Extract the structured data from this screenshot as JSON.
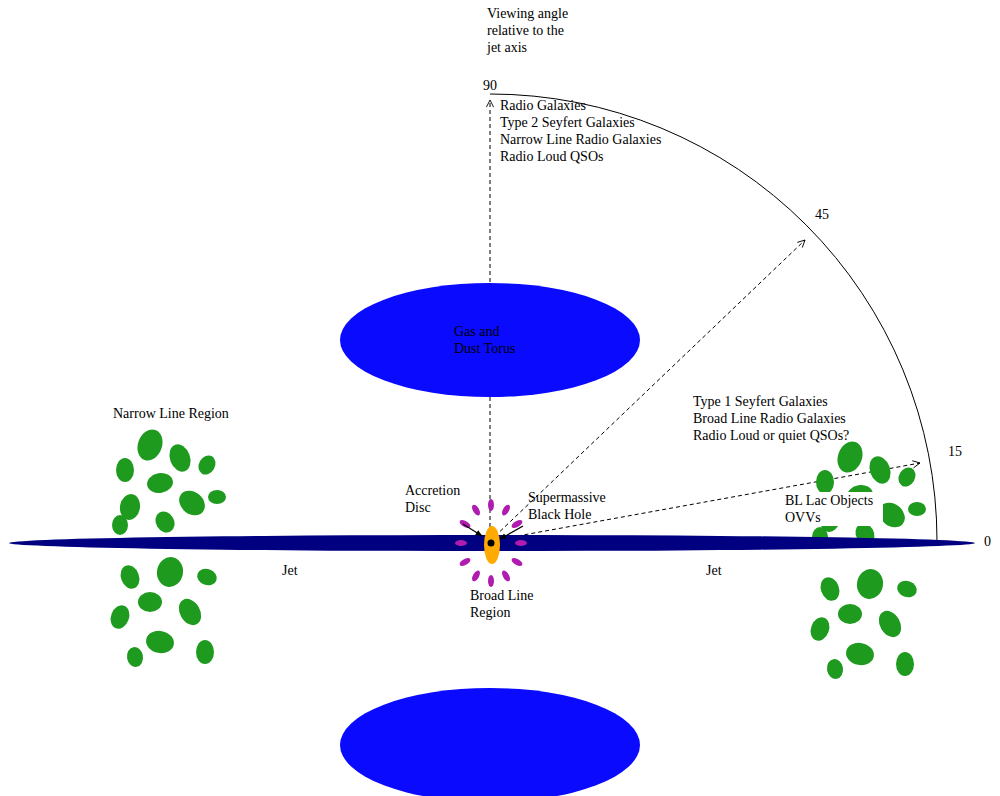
{
  "diagram": {
    "nodes": [
      {
        "text": [
          "Gas and Dust Torus"
        ]
      }
    ],
    "labels": [
      "Viewing angle relative to the jet axis",
      "90",
      "45",
      "15",
      "0",
      "Radio Galaxies",
      "Type 2 Seyfert Galaxies",
      "Narrow Line Radio Galaxies",
      "Radio Loud QSOs",
      "Type 1 Seyfert Galaxies",
      "Broad Line Radio Galaxies",
      "Radio Loud or quiet QSOs?",
      "Narrow Line Region",
      "Accretion Disc",
      "Supermassive Black Hole",
      "Broad Line Region",
      "Jet",
      "Jet",
      "BL Lac Objects OVVs"
    ]
  }
}
